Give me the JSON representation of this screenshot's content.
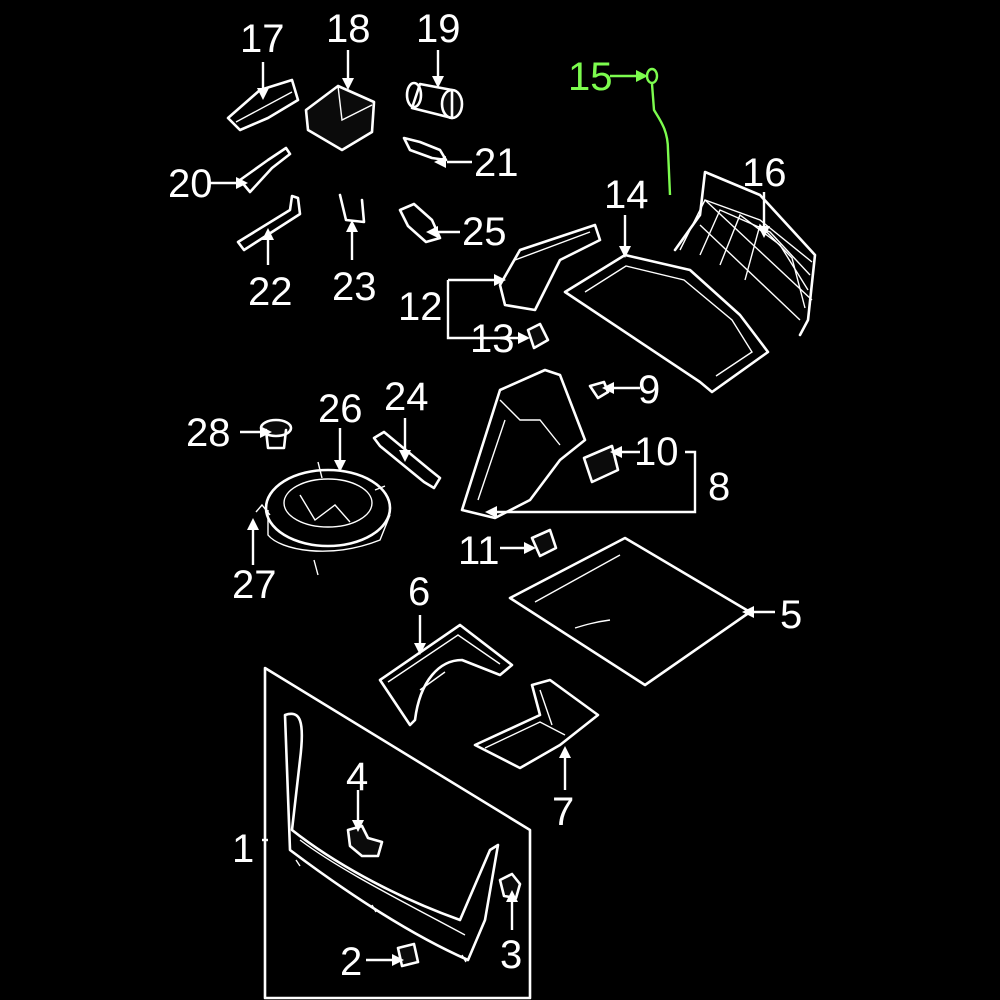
{
  "highlight_color": "#7CFC4E",
  "labels": {
    "p1": "1",
    "p2": "2",
    "p3": "3",
    "p4": "4",
    "p5": "5",
    "p6": "6",
    "p7": "7",
    "p8": "8",
    "p9": "9",
    "p10": "10",
    "p11": "11",
    "p12": "12",
    "p13": "13",
    "p14": "14",
    "p15": "15",
    "p16": "16",
    "p17": "17",
    "p18": "18",
    "p19": "19",
    "p20": "20",
    "p21": "21",
    "p22": "22",
    "p23": "23",
    "p24": "24",
    "p25": "25",
    "p26": "26",
    "p27": "27",
    "p28": "28"
  }
}
